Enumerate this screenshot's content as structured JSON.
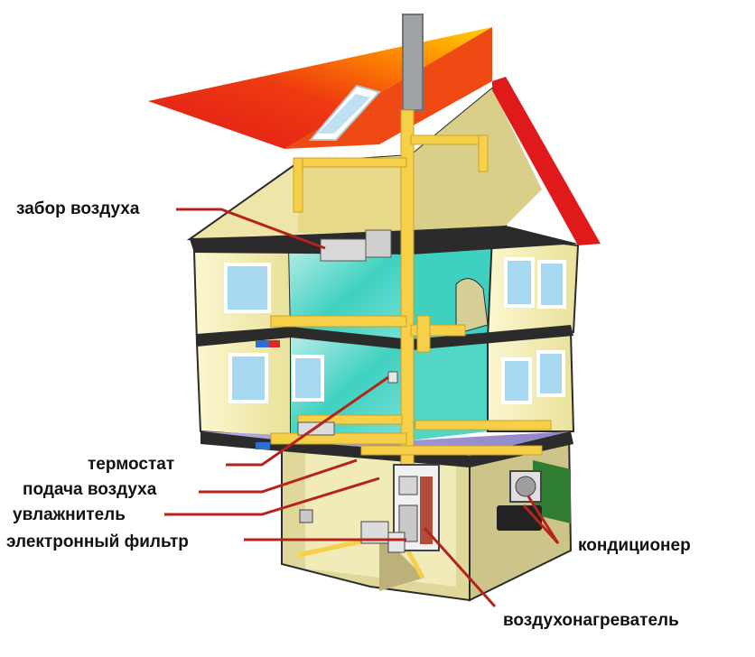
{
  "labels": {
    "air_intake": "забор воздуха",
    "thermostat": "термостат",
    "air_supply": "подача воздуха",
    "humidifier": "увлажнитель",
    "electronic_filter": "электронный фильтр",
    "air_conditioner": "кондиционер",
    "air_heater": "воздухонагреватель"
  },
  "colors": {
    "roof_red": "#e01a1a",
    "roof_orange": "#ffa200",
    "wall_cream": "#f3efb4",
    "wall_teal": "#3fd1c0",
    "floor_dark": "#2b2b2b",
    "duct_yellow": "#f7d04a",
    "pointer_line": "#b5231a"
  }
}
